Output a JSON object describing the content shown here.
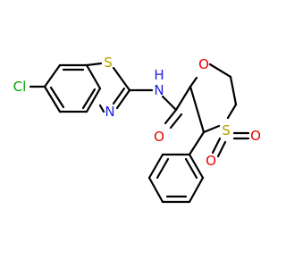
{
  "colors": {
    "bond": "#000000",
    "carbon": "#000000",
    "nitrogen": "#1e1ee6",
    "oxygen": "#e60000",
    "sulfur": "#b4a000",
    "chlorine": "#00a000"
  },
  "atoms": {
    "cl": "Cl",
    "s_thiazole": "S",
    "n_thiazole": "N",
    "n_amide": "N",
    "h_amide": "H",
    "o_ring": "O",
    "o_carbonyl": "O",
    "s_sulfone": "S",
    "o_sulfone_1": "O",
    "o_sulfone_2": "O"
  }
}
